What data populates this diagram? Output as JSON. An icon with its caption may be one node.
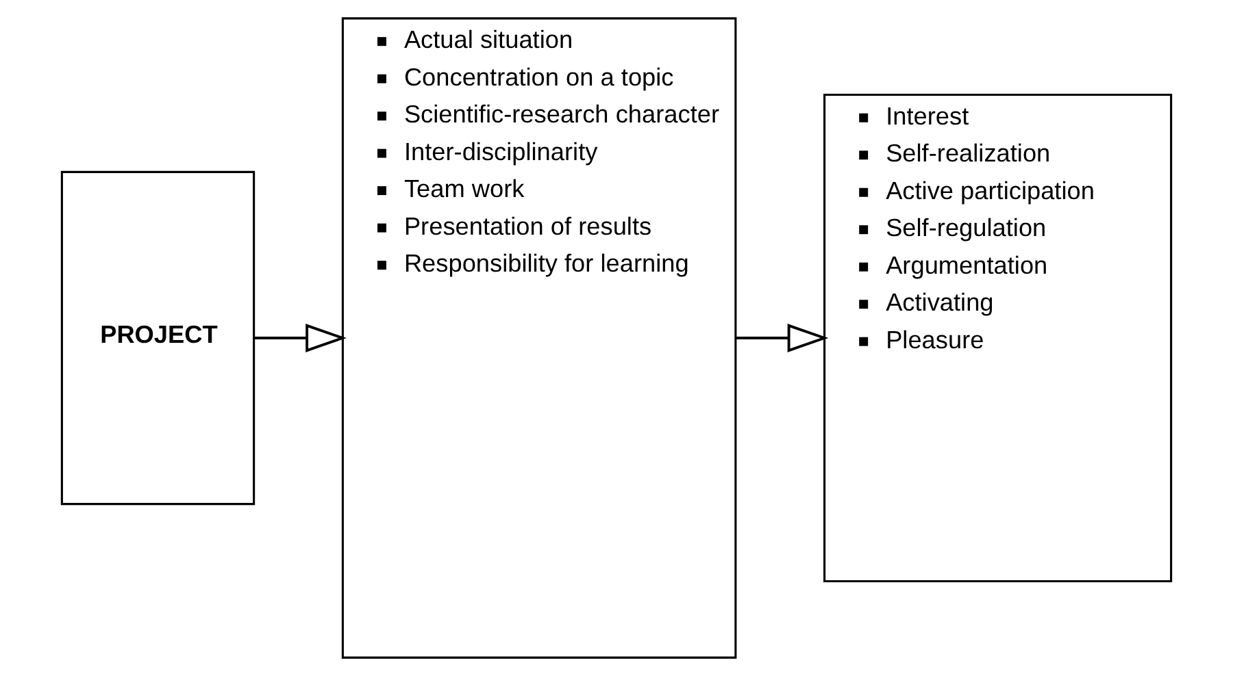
{
  "diagram": {
    "nodes": [
      {
        "text": [
          "PROJECT"
        ]
      },
      {
        "text": [
          "Actual situation",
          "Concentration on a topic",
          "Scientific-research character",
          "Inter-disciplinarity",
          "Team work",
          "Presentation of results",
          "Responsibility for learning"
        ]
      },
      {
        "text": [
          "Interest",
          "Self-realization",
          "Active participation",
          "Self-regulation",
          "Argumentation",
          "Activating",
          "Pleasure"
        ]
      }
    ],
    "edges": [
      {
        "from": 0,
        "to": 1,
        "arrow": "to"
      },
      {
        "from": 1,
        "to": 2,
        "arrow": "to"
      }
    ]
  }
}
